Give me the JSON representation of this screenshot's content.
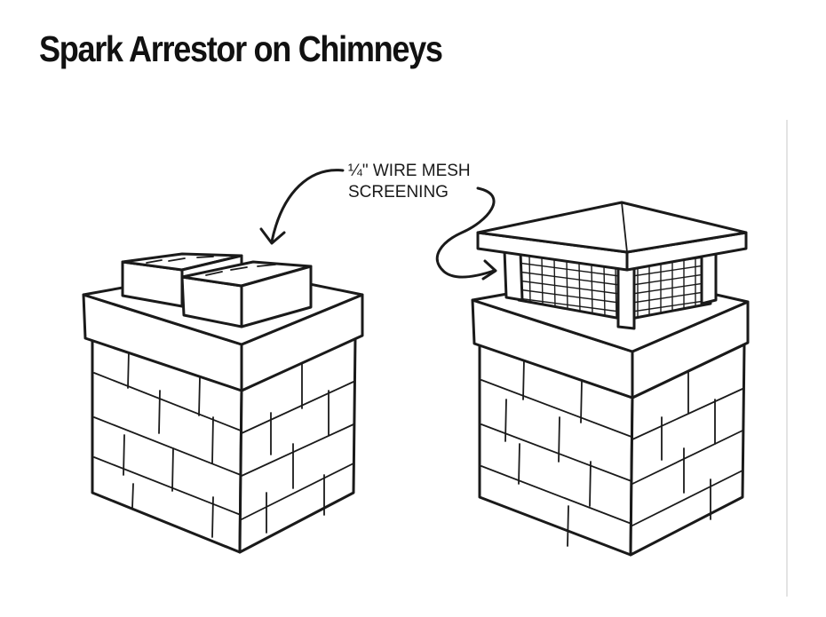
{
  "title": "Spark Arrestor on Chimneys",
  "callout": {
    "line1": "¼\" WIRE MESH",
    "line2": "SCREENING"
  },
  "colors": {
    "ink": "#1a1a1a",
    "background": "#ffffff"
  },
  "icons": [
    "curved-arrow-icon"
  ]
}
